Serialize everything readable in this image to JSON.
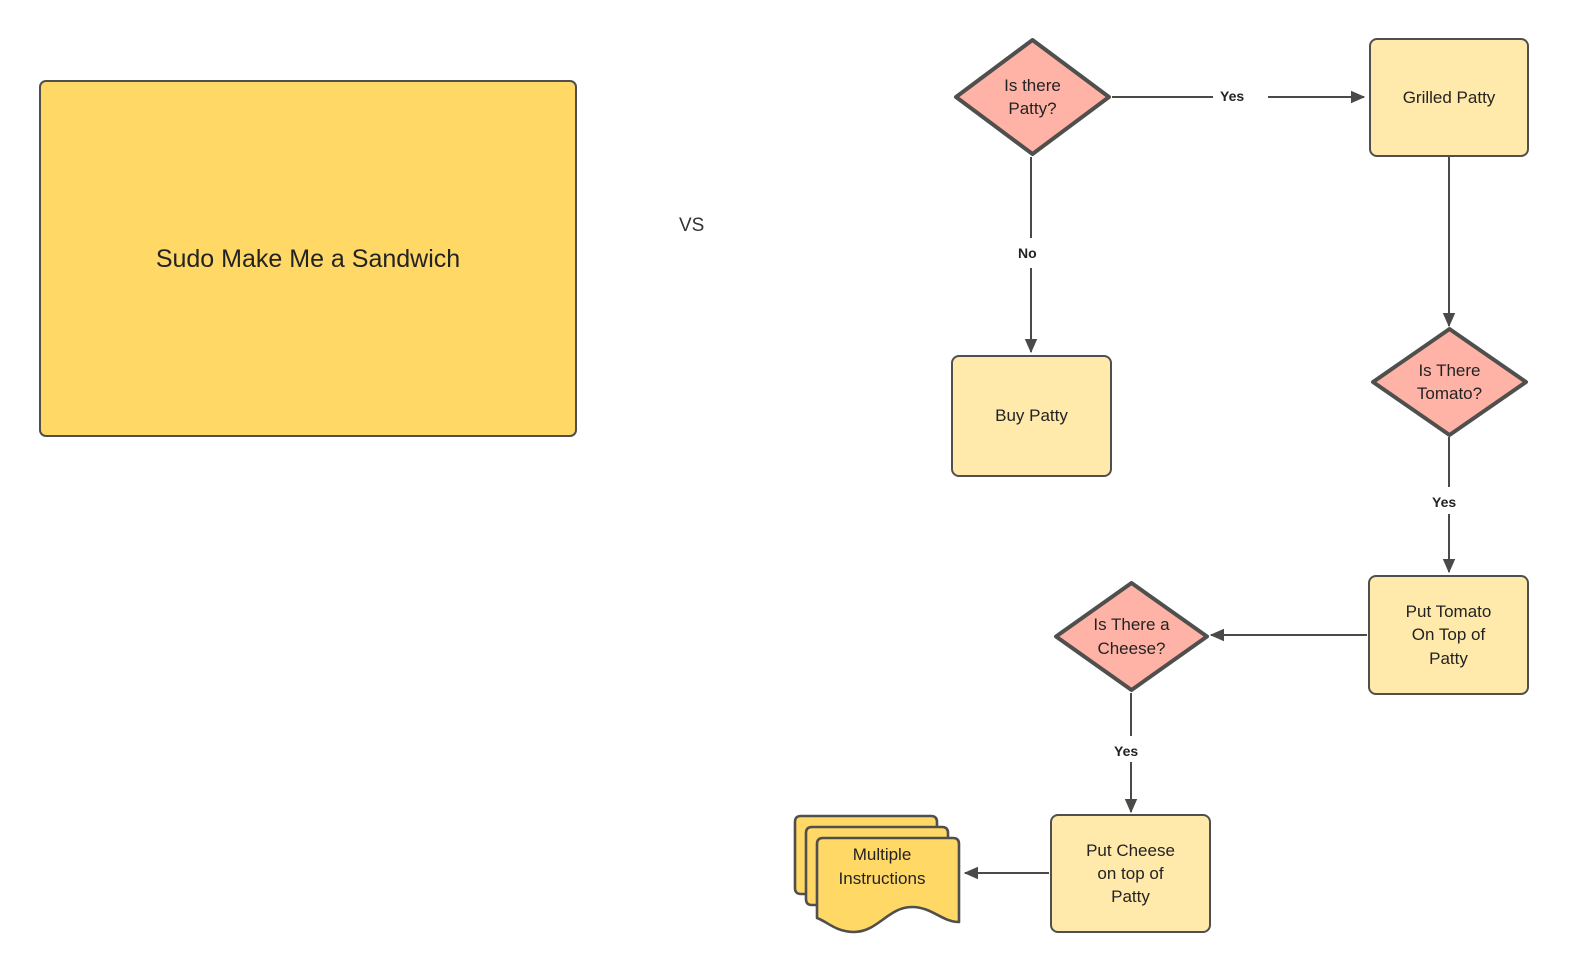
{
  "diagram": {
    "comparison_label": "VS",
    "left_block": {
      "label": "Sudo Make Me a Sandwich",
      "fill": "#FFD866",
      "stroke": "#4F4F4D"
    },
    "nodes": [
      {
        "id": "is-there-patty",
        "label": "Is there\nPatty?",
        "shape": "decision",
        "fill": "#FFB3A7"
      },
      {
        "id": "grilled-patty",
        "label": "Grilled Patty",
        "shape": "process",
        "fill": "#FFE9AB"
      },
      {
        "id": "buy-patty",
        "label": "Buy Patty",
        "shape": "process",
        "fill": "#FFE9AB"
      },
      {
        "id": "is-there-tomato",
        "label": "Is There\nTomato?",
        "shape": "decision",
        "fill": "#FFB3A7"
      },
      {
        "id": "put-tomato-on-top-of-patty",
        "label": "Put Tomato\nOn Top of\nPatty",
        "shape": "process",
        "fill": "#FFE9AB"
      },
      {
        "id": "is-there-a-cheese",
        "label": "Is There a\nCheese?",
        "shape": "decision",
        "fill": "#FFB3A7"
      },
      {
        "id": "put-cheese-on-top-of-patty",
        "label": "Put Cheese\non top of\nPatty",
        "shape": "process",
        "fill": "#FFE9AB"
      },
      {
        "id": "multiple-instructions",
        "label": "Multiple\nInstructions",
        "shape": "multidocument",
        "fill": "#FFD866"
      }
    ],
    "edges": [
      {
        "from": "is-there-patty",
        "to": "grilled-patty",
        "label": "Yes"
      },
      {
        "from": "is-there-patty",
        "to": "buy-patty",
        "label": "No"
      },
      {
        "from": "grilled-patty",
        "to": "is-there-tomato",
        "label": ""
      },
      {
        "from": "is-there-tomato",
        "to": "put-tomato-on-top-of-patty",
        "label": "Yes"
      },
      {
        "from": "put-tomato-on-top-of-patty",
        "to": "is-there-a-cheese",
        "label": ""
      },
      {
        "from": "is-there-a-cheese",
        "to": "put-cheese-on-top-of-patty",
        "label": "Yes"
      },
      {
        "from": "put-cheese-on-top-of-patty",
        "to": "multiple-instructions",
        "label": ""
      }
    ],
    "edge_labels": {
      "patty_yes": "Yes",
      "patty_no": "No",
      "tomato_yes": "Yes",
      "cheese_yes": "Yes"
    }
  }
}
